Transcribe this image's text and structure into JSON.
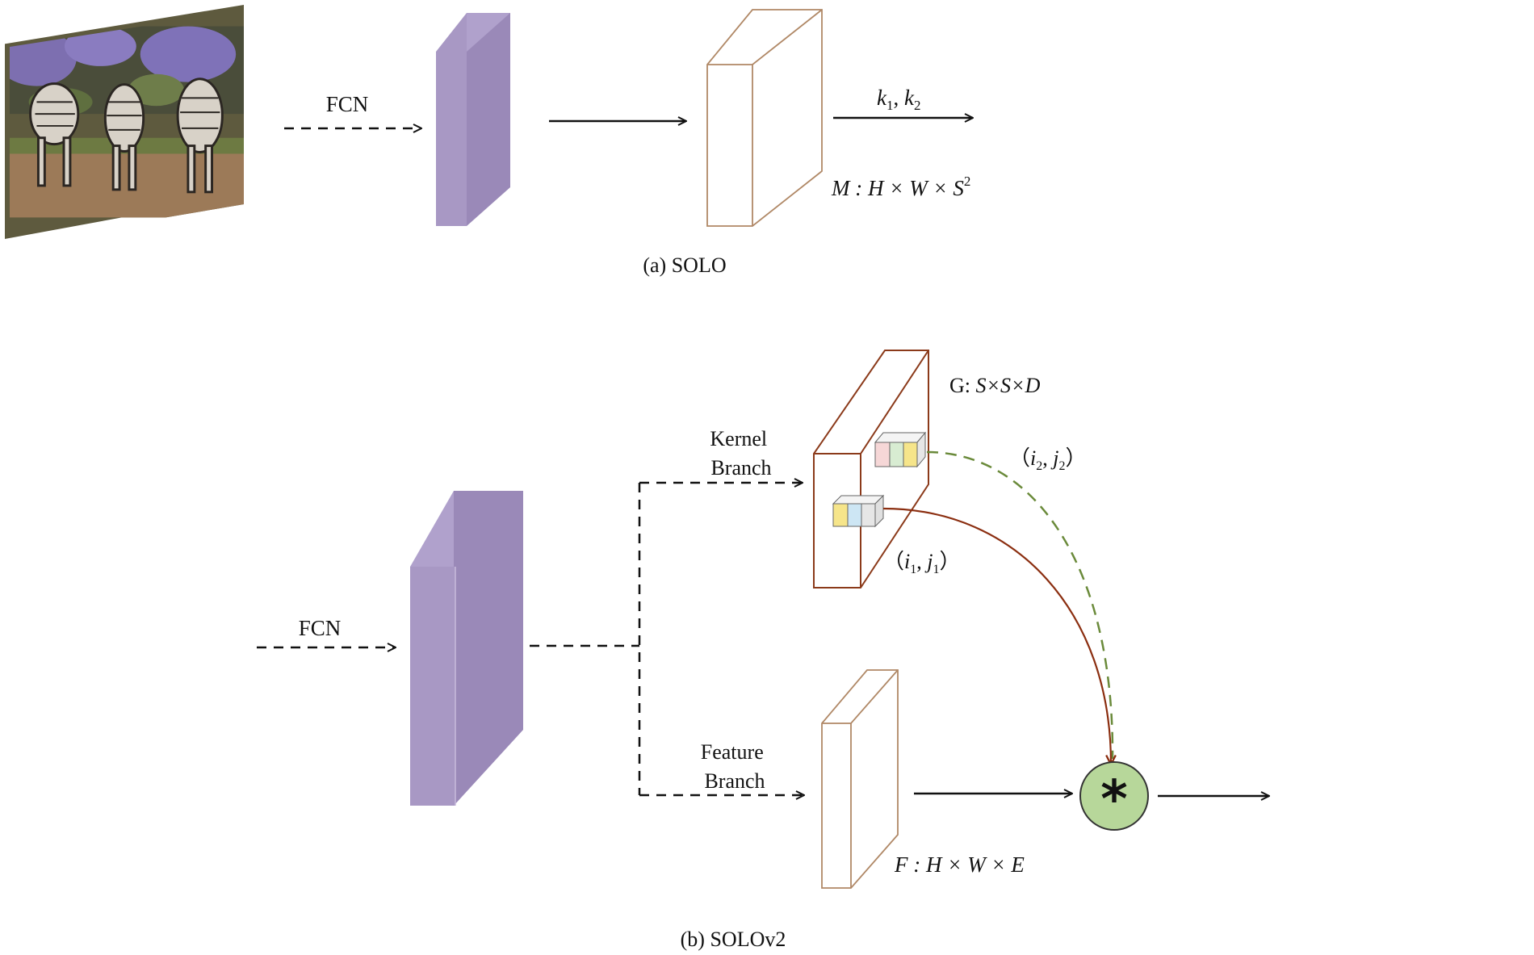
{
  "colors": {
    "feature_block": "#a898c4",
    "feature_block_side": "#9a89b8",
    "outline_light": "#b08866",
    "outline_dark": "#8b3a1a",
    "kernel_path_green": "#6a8a3a",
    "kernel_path_red": "#8b2e10",
    "conv_node_fill": "#b7d79a",
    "seg_magenta": "#d24fb0",
    "seg_purple": "#7a1f78",
    "seg_yellow": "#d9d65a"
  },
  "icons": {
    "conv_operator": "asterisk-icon"
  },
  "solo": {
    "fcn_label": "FCN",
    "arrow_label_k1": "k",
    "arrow_label_sub1": "1",
    "arrow_label_sep": ", ",
    "arrow_label_k2": "k",
    "arrow_label_sub2": "2",
    "mask_label_M": "M",
    "mask_label_rest": " : H × W × S",
    "mask_label_sup": "2",
    "caption": "(a) SOLO"
  },
  "solov2": {
    "fcn_label": "FCN",
    "kernel_branch_line1": "Kernel",
    "kernel_branch_line2": "Branch",
    "feature_branch_line1": "Feature",
    "feature_branch_line2": "Branch",
    "g_label_prefix": "G: ",
    "g_label_dims": "S×S×D",
    "ij2_open": "（",
    "ij2_i": "i",
    "ij2_i_sub": "2",
    "ij2_sep": ", ",
    "ij2_j": "j",
    "ij2_j_sub": "2",
    "ij2_close": "）",
    "ij1_open": "（",
    "ij1_i": "i",
    "ij1_i_sub": "1",
    "ij1_sep": ", ",
    "ij1_j": "j",
    "ij1_j_sub": "1",
    "ij1_close": "）",
    "f_label": "F : H × W × E",
    "conv_symbol": "*",
    "caption": "(b) SOLOv2"
  }
}
